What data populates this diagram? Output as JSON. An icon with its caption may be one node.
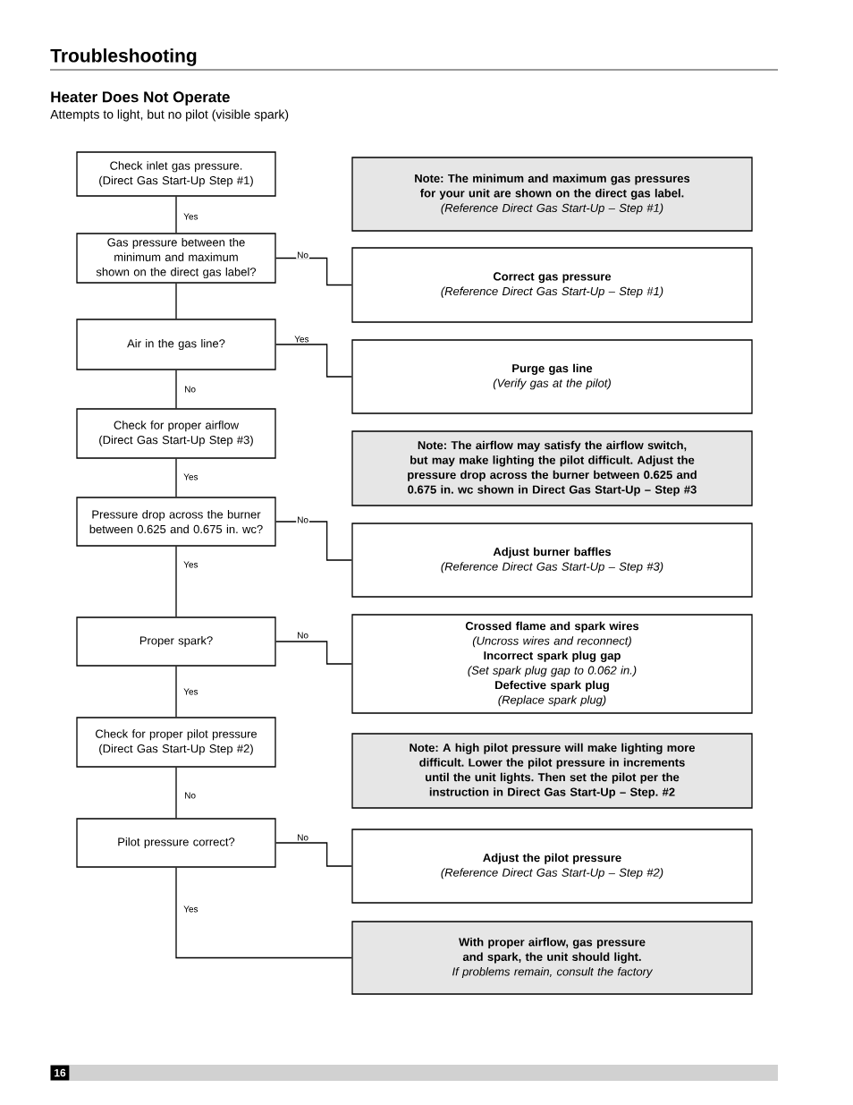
{
  "diagram": {
    "title": "Troubleshooting",
    "nodes": [
      {
        "text": [
          "Check inlet gas pressure. (Direct Gas Start-Up Step #1)"
        ]
      },
      {
        "text": [
          "Gas pressure between the minimum and maximum shown on the direct gas label?"
        ]
      },
      {
        "text": [
          "Air in the gas line?"
        ]
      },
      {
        "text": [
          "Check for proper airflow (Direct Gas Start-Up Step #3)"
        ]
      },
      {
        "text": [
          "Pressure drop across the burner between 0.625 and 0.675 in. wc?"
        ]
      },
      {
        "text": [
          "Proper spark?"
        ]
      },
      {
        "text": [
          "Check for proper pilot pressure (Direct Gas Start-Up Step #2)"
        ]
      },
      {
        "text": [
          "Pilot pressure correct?"
        ]
      },
      {
        "text": [
          "Note: The minimum and maximum gas pressures for your unit are shown on the direct gas label.",
          "(Reference Direct Gas Start-Up – Step #1)"
        ]
      },
      {
        "text": [
          "Correct gas pressure",
          "(Reference Direct Gas Start-Up – Step #1)"
        ]
      },
      {
        "text": [
          "Purge gas line",
          "(Verify gas at the pilot)"
        ]
      },
      {
        "text": [
          "Note: The airflow may satisfy the airflow switch, but may make lighting the pilot difficult. Adjust the pressure drop across the burner between 0.625 and 0.675 in. wc shown in Direct Gas Start-Up – Step #3"
        ]
      },
      {
        "text": [
          "Adjust burner baffles",
          "(Reference Direct Gas Start-Up – Step #3)"
        ]
      },
      {
        "text": [
          "Crossed flame and spark wires",
          "(Uncross wires and reconnect)",
          "Incorrect spark plug gap",
          "(Set spark plug gap to 0.062 in.)",
          "Defective spark plug",
          "(Replace spark plug)"
        ]
      },
      {
        "text": [
          "Note: A high pilot pressure will make lighting more difficult. Lower the pilot pressure in increments until the unit lights. Then set the pilot per the instruction in Direct Gas Start-Up – Step. #2"
        ]
      },
      {
        "text": [
          "Adjust the pilot pressure",
          "(Reference Direct Gas Start-Up – Step #2)"
        ]
      },
      {
        "text": [
          "With proper airflow, gas pressure and spark, the unit should light.",
          "If problems remain, consult the factory"
        ]
      }
    ],
    "edges": [
      {
        "from": 0,
        "to": 1,
        "arrow": "none",
        "label": "Yes"
      },
      {
        "from": 1,
        "to": 2,
        "arrow": "none"
      },
      {
        "from": 1,
        "to": 9,
        "arrow": "none",
        "label": "No"
      },
      {
        "from": 2,
        "to": 3,
        "arrow": "none",
        "label": "No"
      },
      {
        "from": 2,
        "to": 10,
        "arrow": "none",
        "label": "Yes"
      },
      {
        "from": 3,
        "to": 4,
        "arrow": "none",
        "label": "Yes"
      },
      {
        "from": 4,
        "to": 5,
        "arrow": "none",
        "label": "Yes"
      },
      {
        "from": 4,
        "to": 12,
        "arrow": "none",
        "label": "No"
      },
      {
        "from": 5,
        "to": 6,
        "arrow": "none",
        "label": "Yes"
      },
      {
        "from": 5,
        "to": 13,
        "arrow": "none",
        "label": "No"
      },
      {
        "from": 6,
        "to": 7,
        "arrow": "none",
        "label": "No"
      },
      {
        "from": 7,
        "to": 15,
        "arrow": "none",
        "label": "No"
      },
      {
        "from": 7,
        "to": 16,
        "arrow": "none",
        "label": "Yes"
      }
    ],
    "labels": [
      "Heater Does Not Operate",
      "Attempts to light, but no pilot (visible spark)",
      "16"
    ]
  }
}
